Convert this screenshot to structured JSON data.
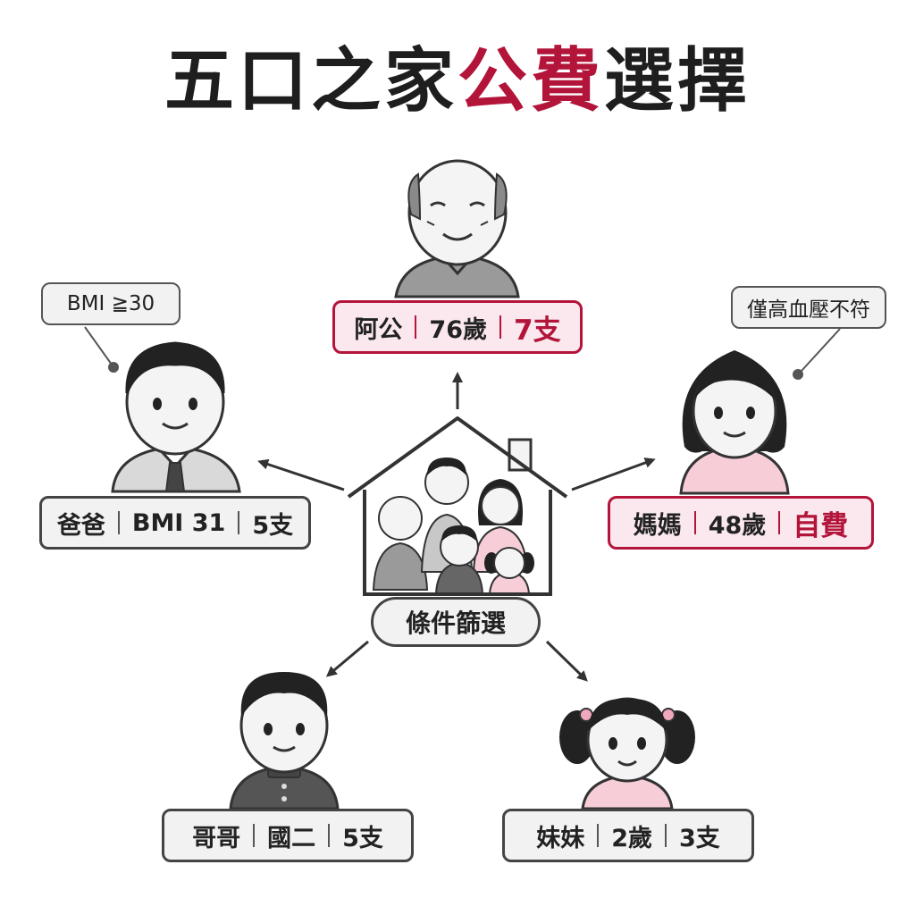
{
  "title": {
    "part1": "五口之家",
    "part2": "公費",
    "part3": "選擇"
  },
  "center": {
    "label": "條件篩選"
  },
  "members": {
    "grandpa": {
      "name": "阿公",
      "age": "76歲",
      "result": "7支"
    },
    "dad": {
      "name": "爸爸",
      "age": "BMI 31",
      "result": "5支"
    },
    "mom": {
      "name": "媽媽",
      "age": "48歲",
      "result": "自費"
    },
    "brother": {
      "name": "哥哥",
      "age": "國二",
      "result": "5支"
    },
    "sister": {
      "name": "妹妹",
      "age": "2歲",
      "result": "3支"
    }
  },
  "notes": {
    "dad": "BMI ≧30",
    "mom": "僅高血壓不符"
  },
  "colors": {
    "accent": "#b3143a",
    "dark": "#1e1e1e",
    "card_bg": "#f2f2f2",
    "pink_bg": "#fbe8ee"
  }
}
